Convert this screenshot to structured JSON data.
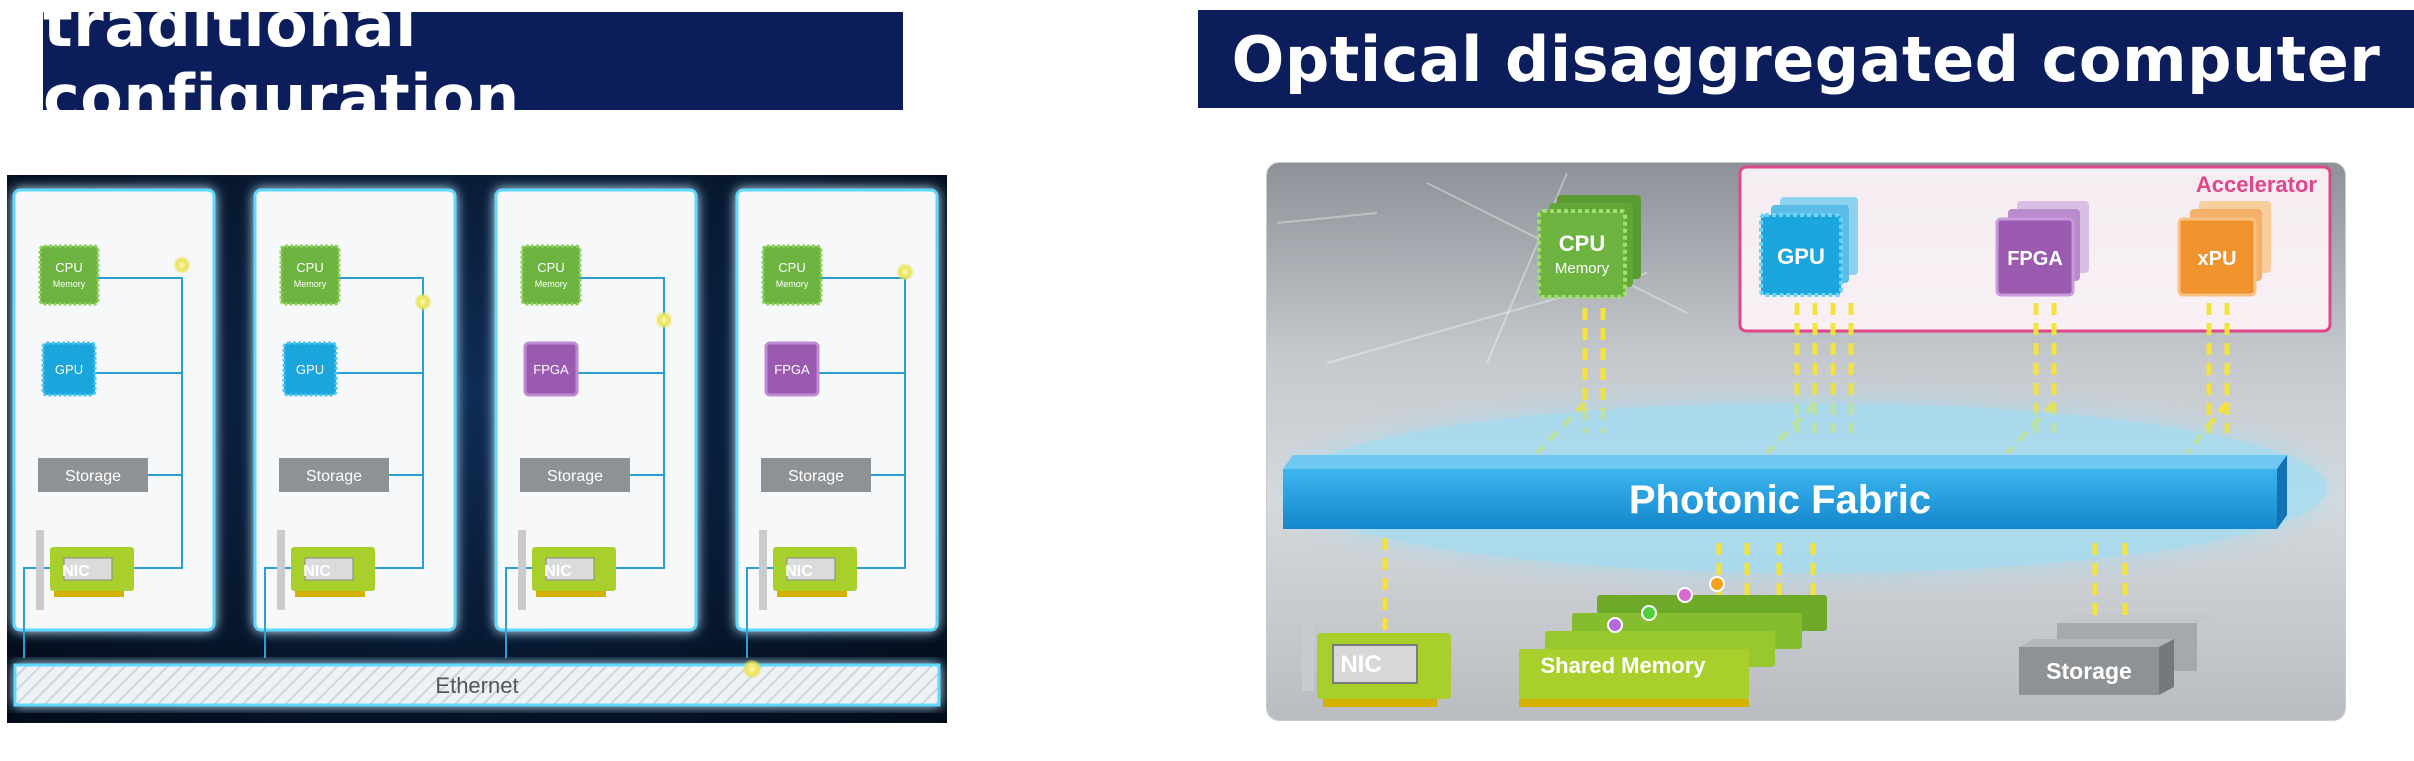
{
  "left": {
    "title": "traditional configuration",
    "servers": [
      {
        "mem_line1": "CPU",
        "mem_line2": "Memory",
        "accel": "GPU",
        "storage": "Storage",
        "nic": "NIC"
      },
      {
        "mem_line1": "CPU",
        "mem_line2": "Memory",
        "accel": "GPU",
        "storage": "Storage",
        "nic": "NIC"
      },
      {
        "mem_line1": "CPU",
        "mem_line2": "Memory",
        "accel": "FPGA",
        "storage": "Storage",
        "nic": "NIC"
      },
      {
        "mem_line1": "CPU",
        "mem_line2": "Memory",
        "accel": "FPGA",
        "storage": "Storage",
        "nic": "NIC"
      }
    ],
    "ethernet": "Ethernet"
  },
  "right": {
    "title": "Optical disaggregated computer",
    "accelerator_label": "Accelerator",
    "cpu_line1": "CPU",
    "cpu_line2": "Memory",
    "gpu": "GPU",
    "fpga": "FPGA",
    "xpu": "xPU",
    "fabric": "Photonic Fabric",
    "nic": "NIC",
    "shared_memory": "Shared Memory",
    "storage": "Storage"
  },
  "colors": {
    "banner": "#0b1d5b",
    "cpu_green": "#6db33f",
    "gpu_blue": "#1aa6dc",
    "fpga_purple": "#9a5ab0",
    "xpu_orange": "#f0922e",
    "fabric_blue": "#1e9fe0",
    "storage_gray": "#8f9295",
    "nic_green": "#a8cf2b",
    "accelerator_pink": "#e0468a"
  }
}
